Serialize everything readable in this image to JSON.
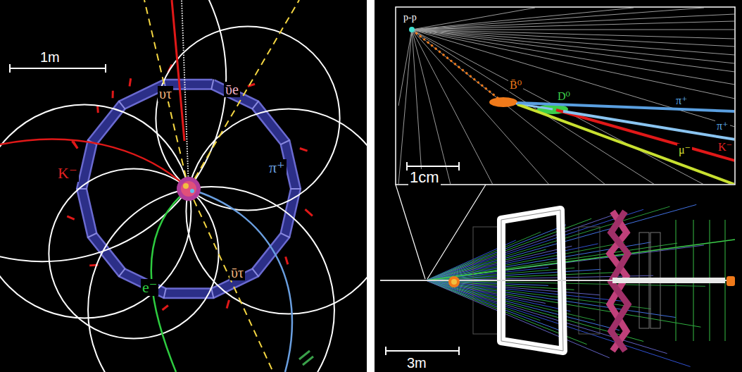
{
  "diagram": {
    "labels": [
      "1m",
      "υτ",
      "ῡe",
      "K⁻",
      "π⁺",
      "e⁻",
      "ῡτ",
      "p-p",
      "B̄⁰",
      "D⁰",
      "π⁺",
      "π⁺",
      "μ⁻",
      "K⁻",
      "1cm",
      "3m"
    ]
  }
}
